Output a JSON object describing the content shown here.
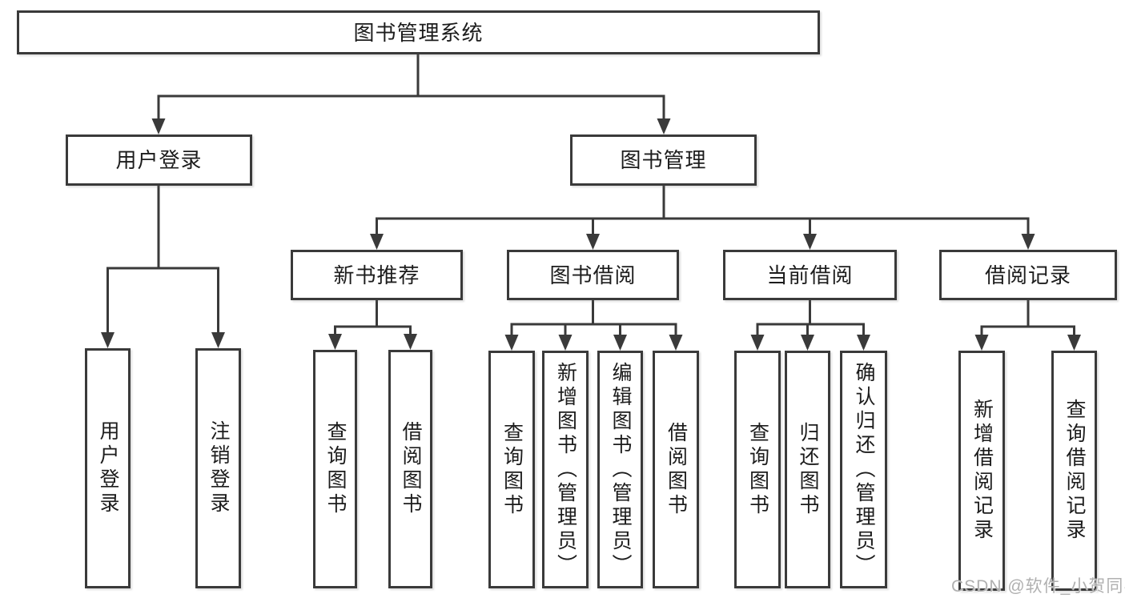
{
  "diagram": {
    "root": "图书管理系统",
    "level2": {
      "user_login": {
        "label": "用户登录",
        "children": [
          "用户登录",
          "注销登录"
        ]
      },
      "book_management": {
        "label": "图书管理"
      }
    },
    "level3": {
      "new_book_recommend": {
        "label": "新书推荐",
        "children": [
          "查询图书",
          "借阅图书"
        ]
      },
      "book_borrowing": {
        "label": "图书借阅",
        "children": [
          "查询图书",
          "新增图书（管理员）",
          "编辑图书（管理员）",
          "借阅图书"
        ]
      },
      "current_borrowing": {
        "label": "当前借阅",
        "children": [
          "查询图书",
          "归还图书",
          "确认归还（管理员）"
        ]
      },
      "borrowing_records": {
        "label": "借阅记录",
        "children": [
          "新增借阅记录",
          "查询借阅记录"
        ]
      }
    }
  },
  "watermark": {
    "text": "CSDN @软件_小贺同学"
  },
  "colors": {
    "line": "#3a3a3a",
    "text": "#1c1c1c",
    "watermark": "#b0b0b0",
    "background": "#ffffff"
  }
}
